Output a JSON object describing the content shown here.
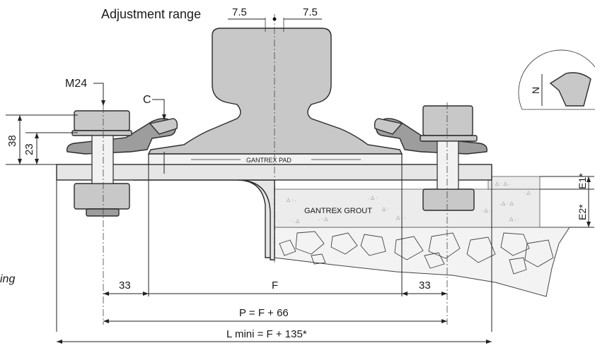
{
  "labels": {
    "adjustment_range": "Adjustment range",
    "adj_left": "7.5",
    "adj_right": "7.5",
    "m24": "M24",
    "c": "C",
    "n": "N",
    "d38": "38",
    "d23": "23",
    "pad": "GANTREX PAD",
    "grout": "GANTREX GROUT",
    "e1": "E1*",
    "e2": "E2*",
    "d33_left": "33",
    "f": "F",
    "d33_right": "33",
    "p_formula": "P = F + 66",
    "l_formula": "L mini = F + 135*",
    "side_text": "ing"
  }
}
